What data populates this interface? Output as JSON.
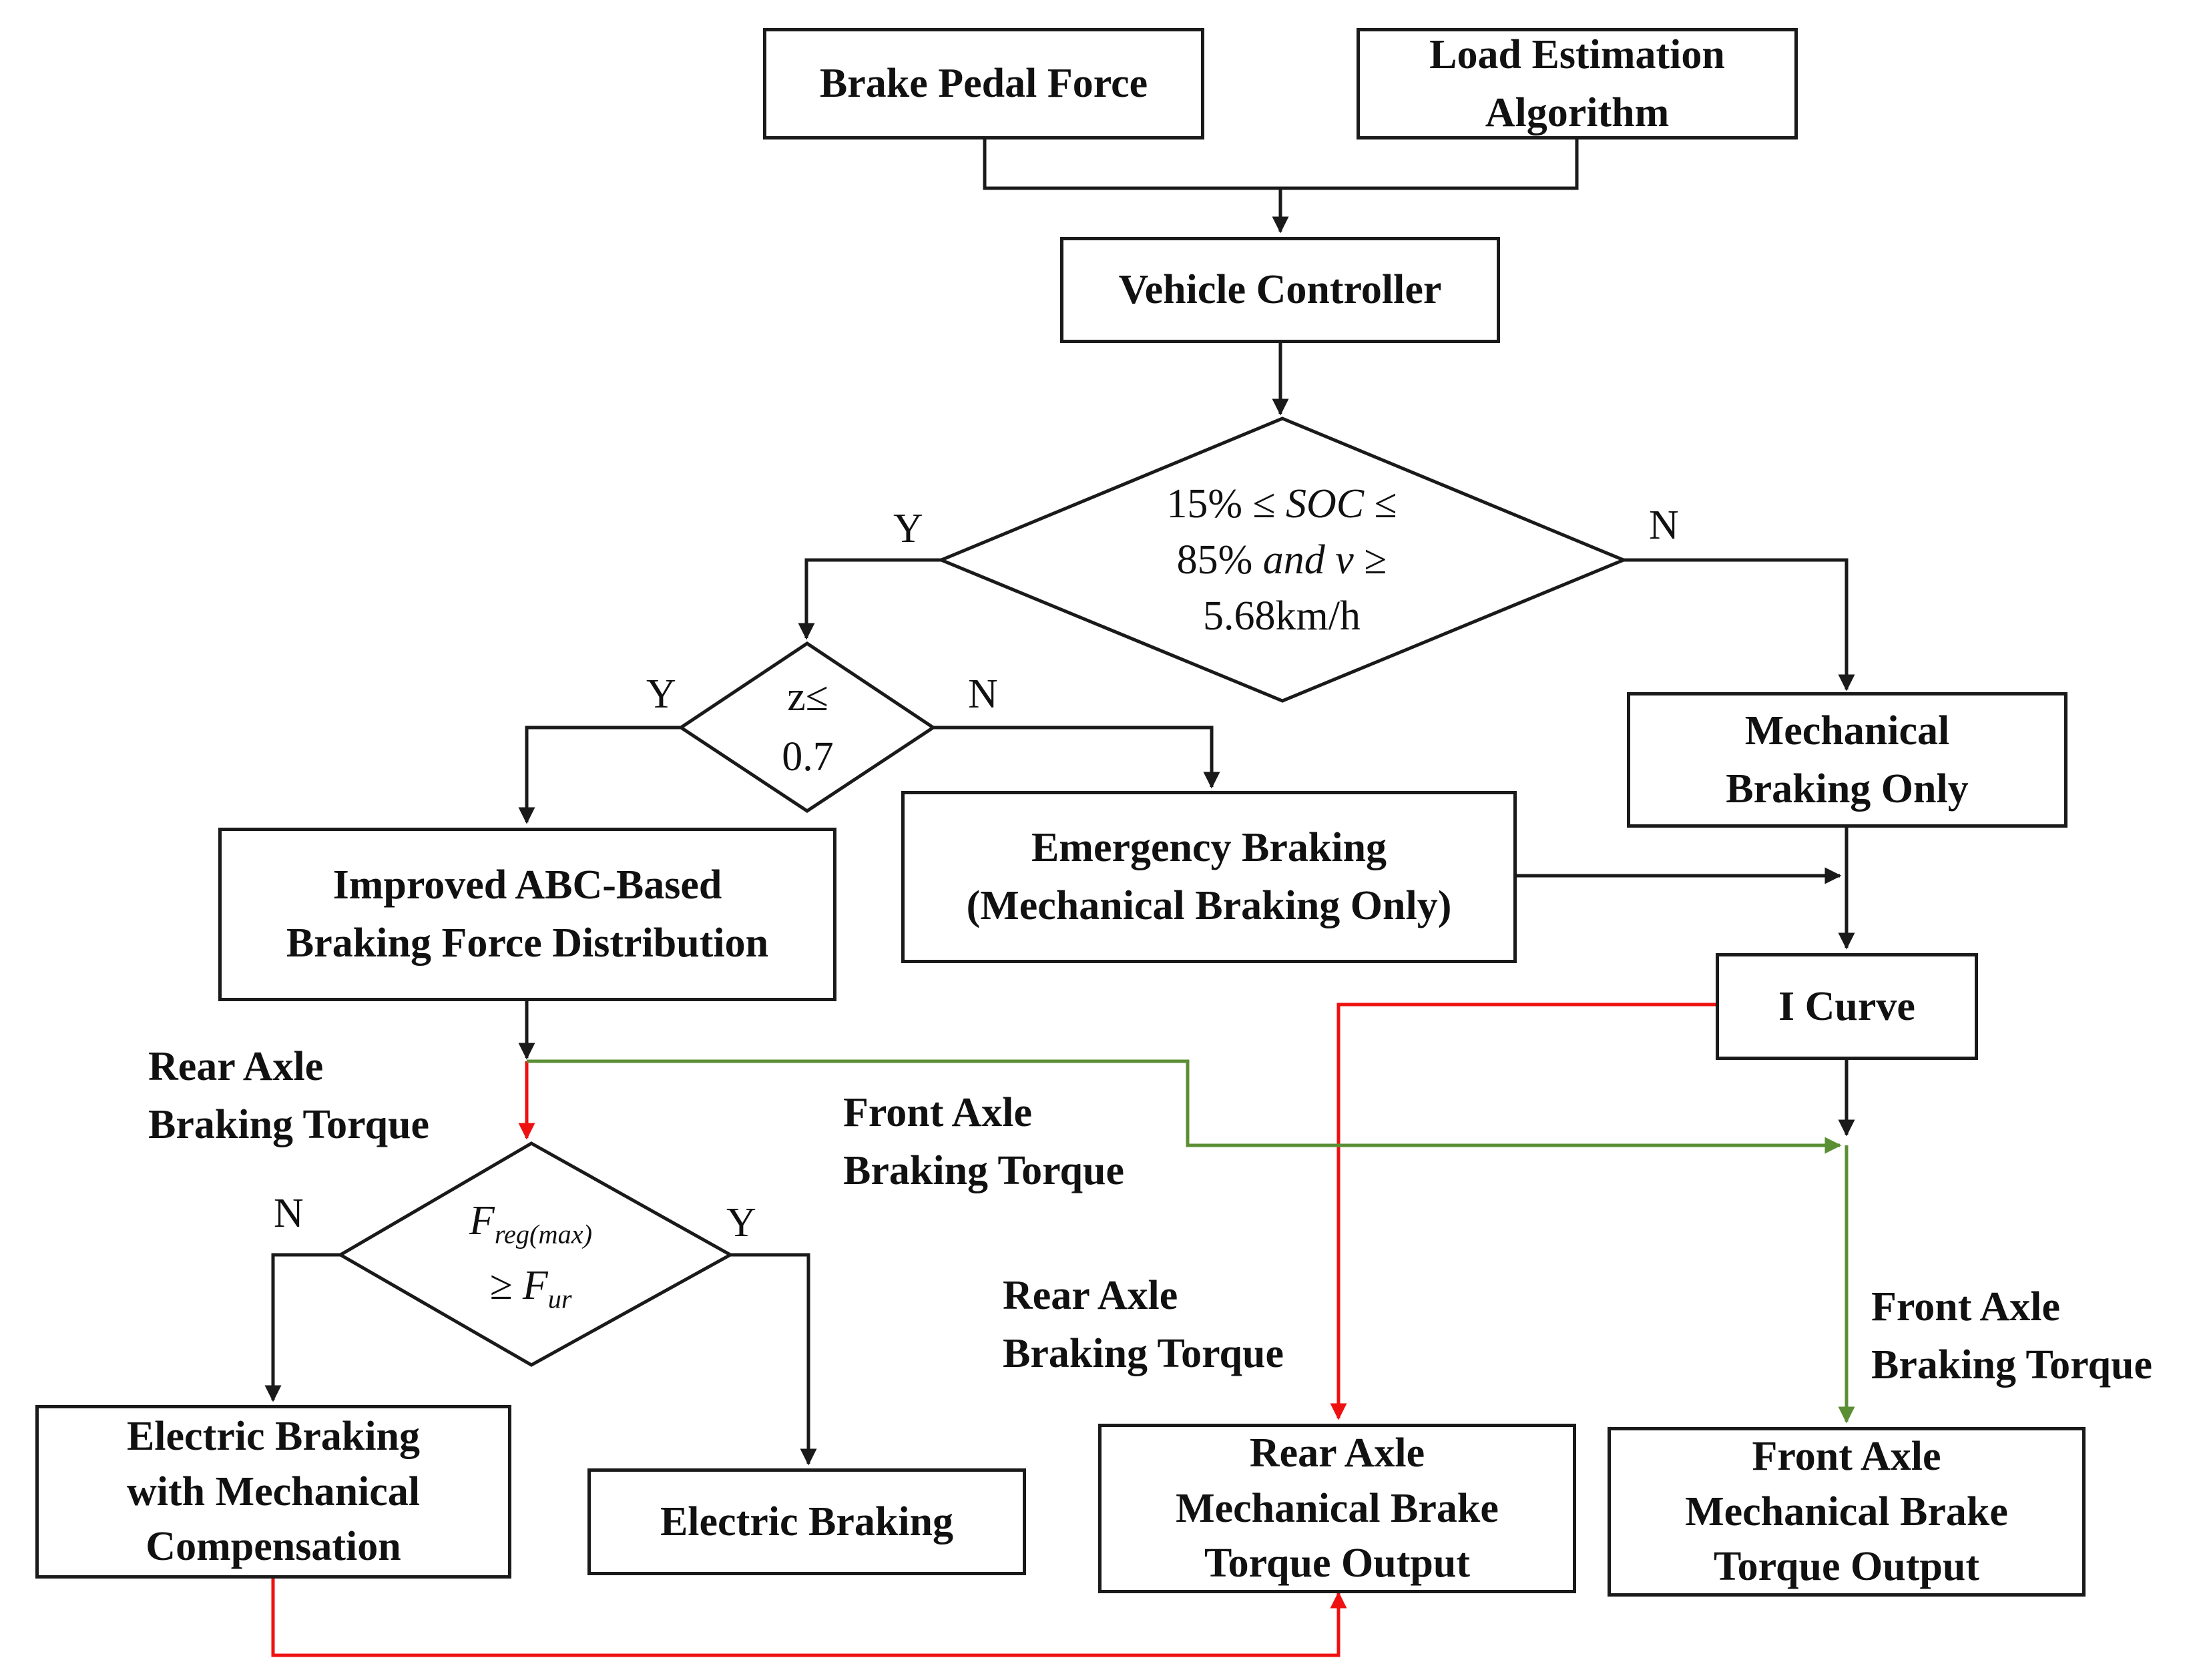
{
  "nodes": {
    "brake_pedal": {
      "line1": "Brake  Pedal Force"
    },
    "load_estimation": {
      "line1": "Load Estimation",
      "line2": "Algorithm"
    },
    "vehicle_controller": {
      "line1": "Vehicle Controller"
    },
    "soc_decision": {
      "line1": "15% ≤ ",
      "line1_var": "SOC",
      "line1_end": " ≤",
      "line2": "85% ",
      "line2_and": "and v",
      "line2_end": " ≥",
      "line3": "5.68km/h"
    },
    "z_decision": {
      "line1": "z≤",
      "line2": "0.7"
    },
    "mechanical_only": {
      "line1": "Mechanical",
      "line2": "Braking Only"
    },
    "emergency_braking": {
      "line1": "Emergency Braking",
      "line2": "(Mechanical Braking Only)"
    },
    "improved_abc": {
      "line1": "Improved ABC-Based",
      "line2": "Braking Force Distribution"
    },
    "i_curve": {
      "line1": "I Curve"
    },
    "freg_decision": {
      "line1": "F",
      "line1_sub": "reg(max)",
      "line2": "≥ F",
      "line2_sub": "ur"
    },
    "electric_mech_comp": {
      "line1": "Electric Braking",
      "line2": "with Mechanical",
      "line3": "Compensation"
    },
    "electric_braking": {
      "line1": "Electric Braking"
    },
    "rear_output": {
      "line1": "Rear Axle",
      "line2": "Mechanical Brake",
      "line3": "Torque  Output"
    },
    "front_output": {
      "line1": "Front Axle",
      "line2": "Mechanical Brake",
      "line3": "Torque  Output"
    }
  },
  "branch_labels": {
    "soc_yes": "Y",
    "soc_no": "N",
    "z_yes": "Y",
    "z_no": "N",
    "freg_no": "N",
    "freg_yes": "Y"
  },
  "edge_labels": {
    "rear_axle_left": {
      "line1": "Rear Axle",
      "line2": "Braking Torque"
    },
    "front_axle_mid": {
      "line1": "Front Axle",
      "line2": "Braking Torque"
    },
    "rear_axle_mid": {
      "line1": "Rear Axle",
      "line2": "Braking Torque"
    },
    "front_axle_right": {
      "line1": "Front Axle",
      "line2": "Braking Torque"
    }
  },
  "colors": {
    "line": "#1a1a1a",
    "rear_path": "#ee1111",
    "front_path": "#5b8f35"
  }
}
